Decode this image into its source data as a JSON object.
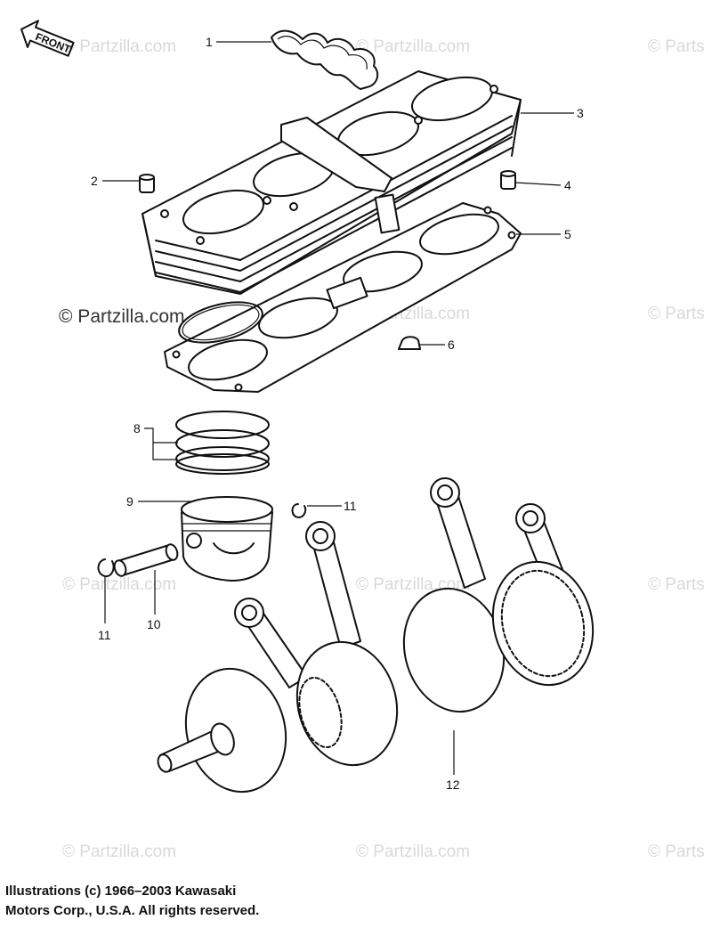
{
  "front_label": "FRONT",
  "watermark": "© Partzilla.com",
  "watermark_short": "© Parts",
  "callouts": {
    "c1": "1",
    "c2": "2",
    "c3": "3",
    "c4": "4",
    "c5": "5",
    "c6": "6",
    "c8": "8",
    "c9": "9",
    "c10": "10",
    "c11a": "11",
    "c11b": "11",
    "c12": "12"
  },
  "footer": {
    "line1": "Illustrations (c) 1966–2003 Kawasaki",
    "line2": "Motors Corp., U.S.A.  All rights reserved."
  }
}
